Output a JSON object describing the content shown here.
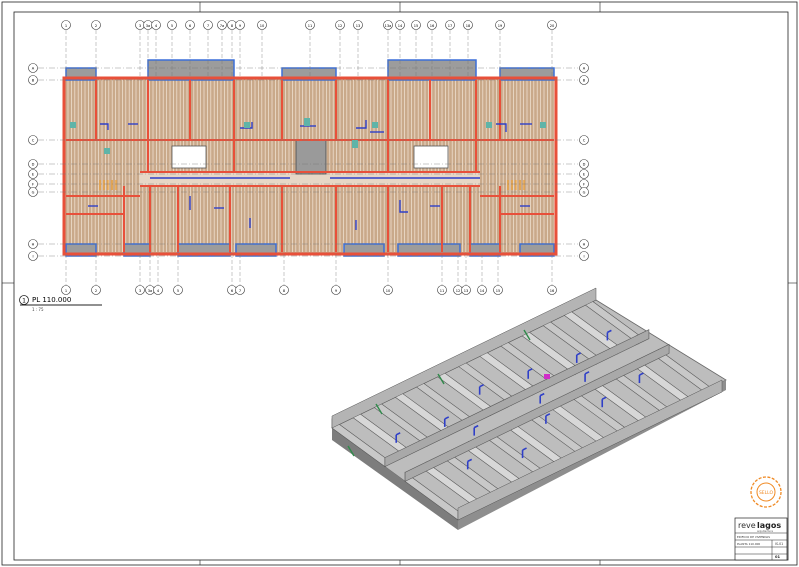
{
  "view_title": {
    "number": "1",
    "name": "PL 110.000",
    "scale": "1 : 75"
  },
  "grid_columns": {
    "top": [
      "1",
      "2",
      "3",
      "3a",
      "4",
      "5",
      "6",
      "7",
      "7a",
      "8",
      "9",
      "10",
      "11",
      "12",
      "13",
      "13a",
      "14",
      "15",
      "16",
      "17",
      "18",
      "19",
      "20"
    ],
    "bottom": [
      "1",
      "2",
      "3",
      "3a",
      "4",
      "5",
      "6",
      "7",
      "8",
      "9",
      "10",
      "11",
      "12",
      "13",
      "14",
      "15",
      "16"
    ]
  },
  "grid_rows": {
    "left": [
      "A",
      "B",
      "C",
      "D",
      "E",
      "F",
      "G",
      "H",
      "I"
    ],
    "right": [
      "A",
      "B",
      "C",
      "D",
      "E",
      "F",
      "G",
      "H",
      "I"
    ]
  },
  "stamp": {
    "text": "SELLO"
  },
  "title_block": {
    "logo_prefix": "reve",
    "logo_main": "lagos",
    "logo_sub": "arquitectura",
    "project": "EDIFICIO DE VIVIENDAS",
    "sheet_title": "PLANTA 110.000",
    "sheet_code": "IS-01",
    "sheet_number": "01"
  },
  "colors": {
    "wall": "#e8503a",
    "floor": "#c9a98a",
    "exterior": "#3b6fd8",
    "pipe": "#2f3fc8",
    "grid": "#555555",
    "stamp": "#f08a24"
  }
}
